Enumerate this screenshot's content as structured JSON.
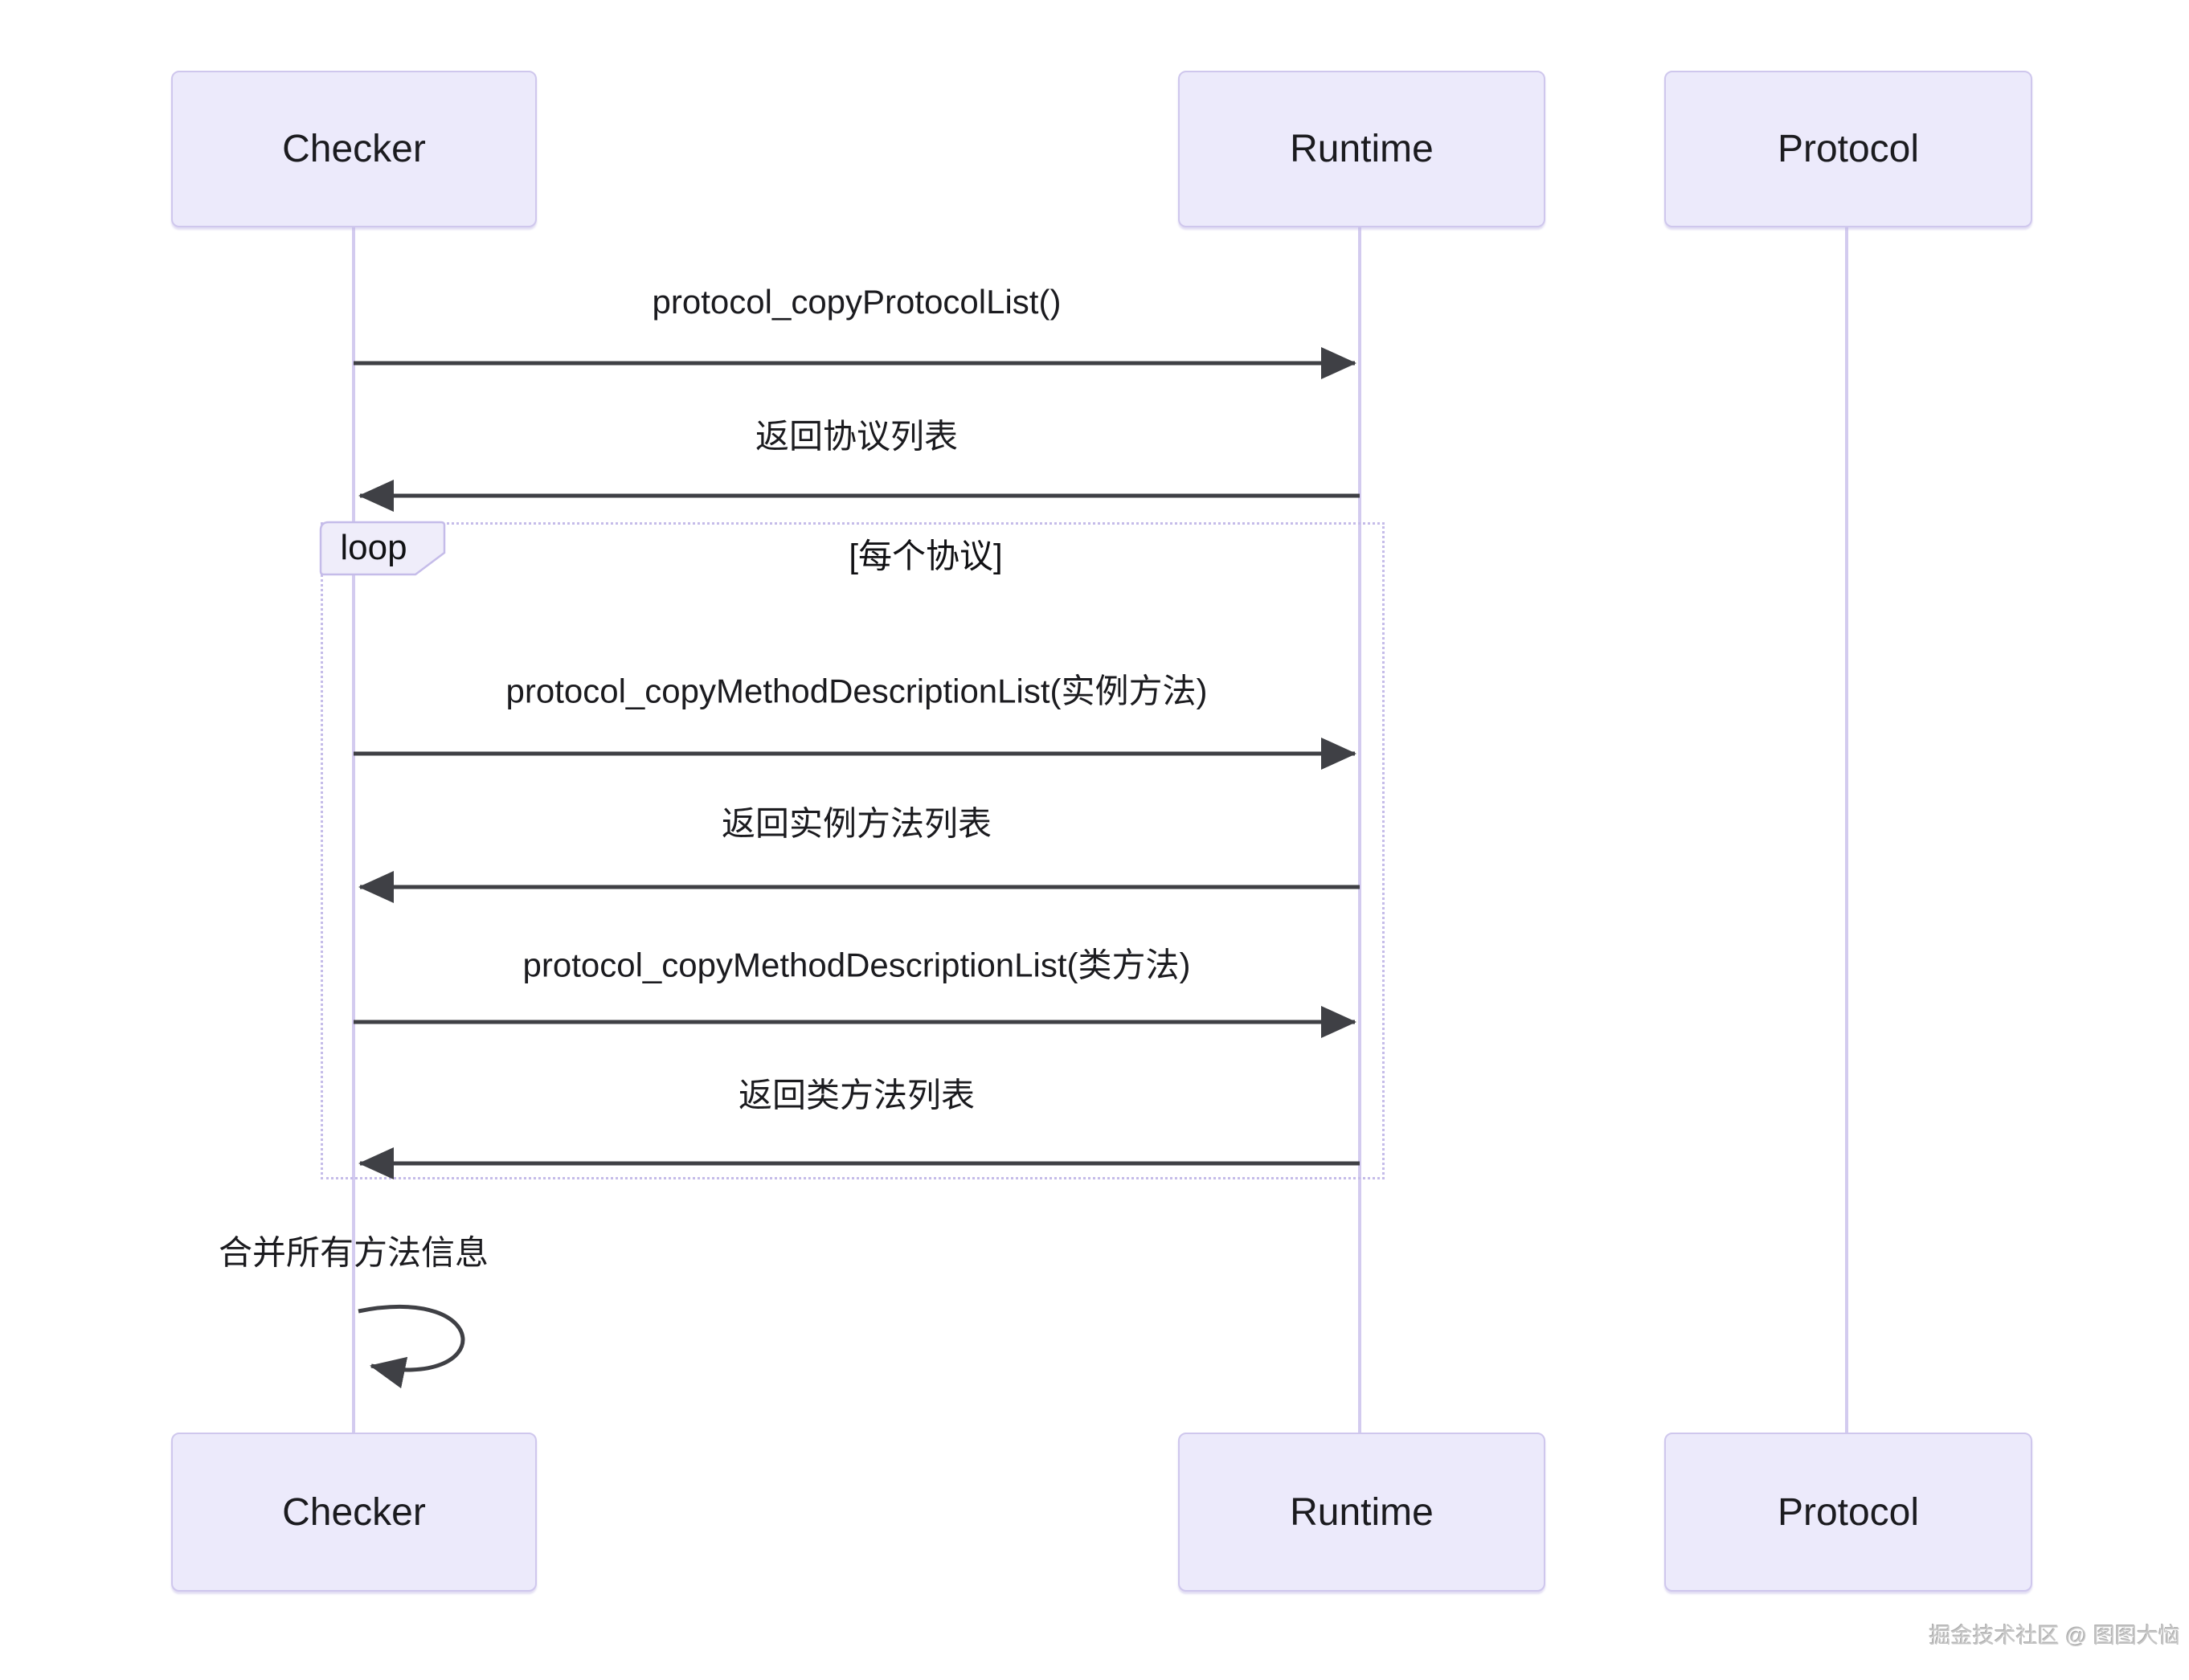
{
  "diagram": {
    "type": "sequence-diagram",
    "participants": [
      {
        "name": "Checker"
      },
      {
        "name": "Runtime"
      },
      {
        "name": "Protocol"
      }
    ],
    "messages": {
      "call_protocol_list": "protocol_copyProtocolList()",
      "return_protocol_list": "返回协议列表",
      "call_instance_methods": "protocol_copyMethodDescriptionList(实例方法)",
      "return_instance_methods": "返回实例方法列表",
      "call_class_methods": "protocol_copyMethodDescriptionList(类方法)",
      "return_class_methods": "返回类方法列表",
      "self_merge": "合并所有方法信息"
    },
    "loop": {
      "label": "loop",
      "condition": "[每个协议]"
    },
    "watermark": "掘金技术社区 @ 图图大恼",
    "colors": {
      "participant_fill": "#ECEAFB",
      "participant_border": "#CFC7ED",
      "lifeline": "#D3CBEF",
      "loop_border": "#C5BCE9",
      "loop_tab_fill": "#EFEDFA",
      "arrow": "#3F4045",
      "text": "#1B1B1F",
      "watermark": "#C6C6C6",
      "background": "#FFFFFF"
    }
  }
}
